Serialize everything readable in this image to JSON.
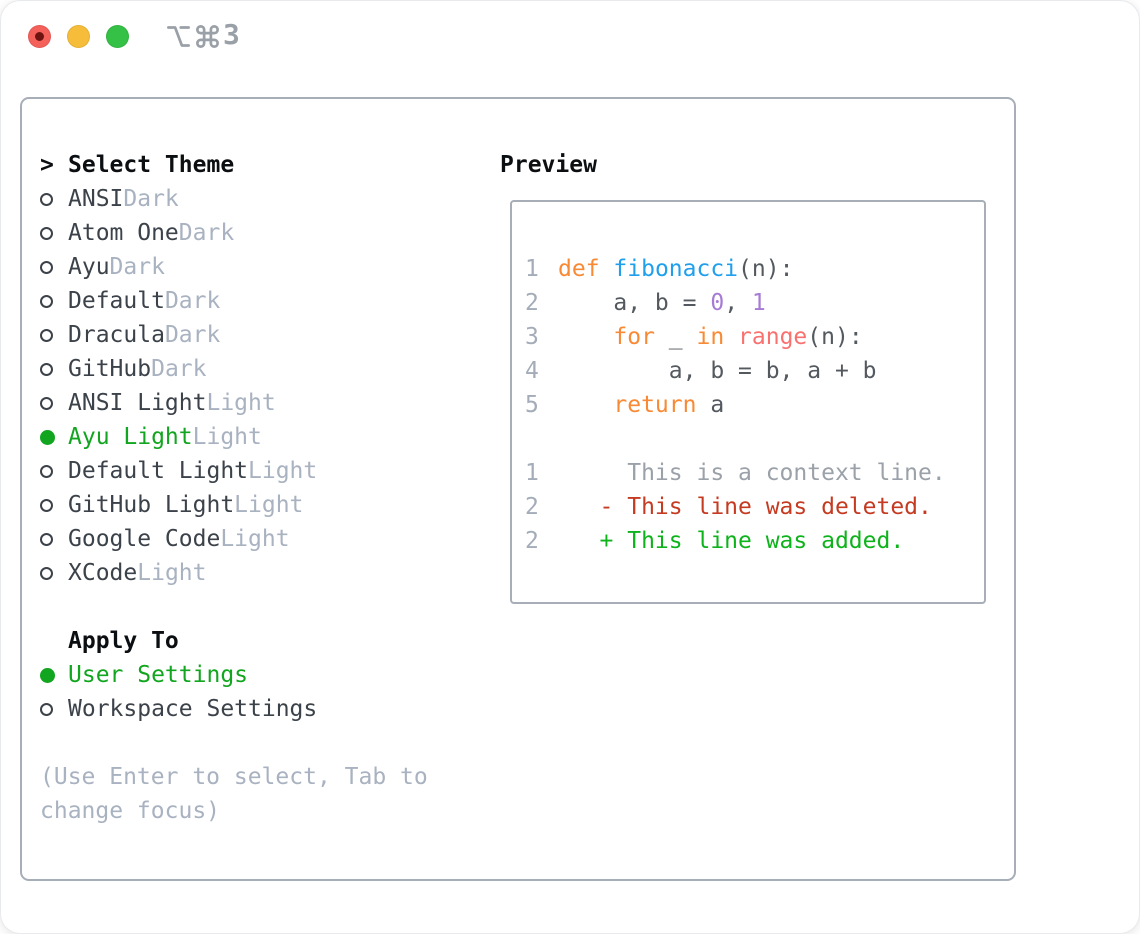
{
  "titlebar": {
    "shortcut_label": "⌥⌘3",
    "shortcut_number": "3",
    "window_buttons": [
      "close",
      "minimize",
      "zoom"
    ]
  },
  "colors": {
    "panel_border": "#a7aeb8",
    "heading": "#0c0f12",
    "item_text": "#3c424a",
    "muted_text": "#a9b2c0",
    "selected_green": "#12a51f",
    "traffic_red": "#f4605a",
    "traffic_yellow": "#f6bd3b",
    "traffic_green": "#35c046",
    "line_number": "#a3acb8",
    "code_text": "#54595f",
    "syntax_keyword": "#f98a35",
    "syntax_function": "#1f9fec",
    "syntax_constant": "#a77bd4",
    "syntax_builtin": "#f9716f",
    "diff_context": "#9ba1a8",
    "diff_deleted": "#c43b22",
    "diff_added": "#0eb31c"
  },
  "theme_list": {
    "header": "Select Theme",
    "items": [
      {
        "name": "ANSI",
        "variant": "Dark",
        "selected": false
      },
      {
        "name": "Atom One",
        "variant": "Dark",
        "selected": false
      },
      {
        "name": "Ayu",
        "variant": "Dark",
        "selected": false
      },
      {
        "name": "Default",
        "variant": "Dark",
        "selected": false
      },
      {
        "name": "Dracula",
        "variant": "Dark",
        "selected": false
      },
      {
        "name": "GitHub",
        "variant": "Dark",
        "selected": false
      },
      {
        "name": "ANSI Light",
        "variant": "Light",
        "selected": false
      },
      {
        "name": "Ayu Light",
        "variant": "Light",
        "selected": true
      },
      {
        "name": "Default Light",
        "variant": "Light",
        "selected": false
      },
      {
        "name": "GitHub Light",
        "variant": "Light",
        "selected": false
      },
      {
        "name": "Google Code",
        "variant": "Light",
        "selected": false
      },
      {
        "name": "XCode",
        "variant": "Light",
        "selected": false
      }
    ]
  },
  "apply_to": {
    "header": "Apply To",
    "options": [
      {
        "label": "User Settings",
        "selected": true
      },
      {
        "label": "Workspace Settings",
        "selected": false
      }
    ]
  },
  "hint": "(Use Enter to select, Tab to change focus)",
  "preview": {
    "header": "Preview",
    "lines": [
      {
        "num": "1",
        "segments": [
          {
            "t": "def",
            "c": "keyword"
          },
          {
            "t": " ",
            "c": "plain"
          },
          {
            "t": "fibonacci",
            "c": "function"
          },
          {
            "t": "(n):",
            "c": "plain"
          }
        ]
      },
      {
        "num": "2",
        "segments": [
          {
            "t": "    a, b = ",
            "c": "plain"
          },
          {
            "t": "0",
            "c": "constant"
          },
          {
            "t": ", ",
            "c": "plain"
          },
          {
            "t": "1",
            "c": "constant"
          }
        ]
      },
      {
        "num": "3",
        "segments": [
          {
            "t": "    ",
            "c": "plain"
          },
          {
            "t": "for",
            "c": "keyword"
          },
          {
            "t": " _ ",
            "c": "plain"
          },
          {
            "t": "in",
            "c": "keyword"
          },
          {
            "t": " ",
            "c": "plain"
          },
          {
            "t": "range",
            "c": "builtin"
          },
          {
            "t": "(n):",
            "c": "plain"
          }
        ]
      },
      {
        "num": "4",
        "segments": [
          {
            "t": "        a, b = b, a + b",
            "c": "plain"
          }
        ]
      },
      {
        "num": "5",
        "segments": [
          {
            "t": "    ",
            "c": "plain"
          },
          {
            "t": "return",
            "c": "keyword"
          },
          {
            "t": " a",
            "c": "plain"
          }
        ]
      },
      {
        "num": "",
        "segments": []
      },
      {
        "num": "1",
        "segments": [
          {
            "t": "     This is a context line.",
            "c": "context"
          }
        ]
      },
      {
        "num": "2",
        "segments": [
          {
            "t": "   - This line was deleted.",
            "c": "deleted"
          }
        ]
      },
      {
        "num": "2",
        "segments": [
          {
            "t": "   + This line was added.",
            "c": "added"
          }
        ]
      }
    ]
  }
}
